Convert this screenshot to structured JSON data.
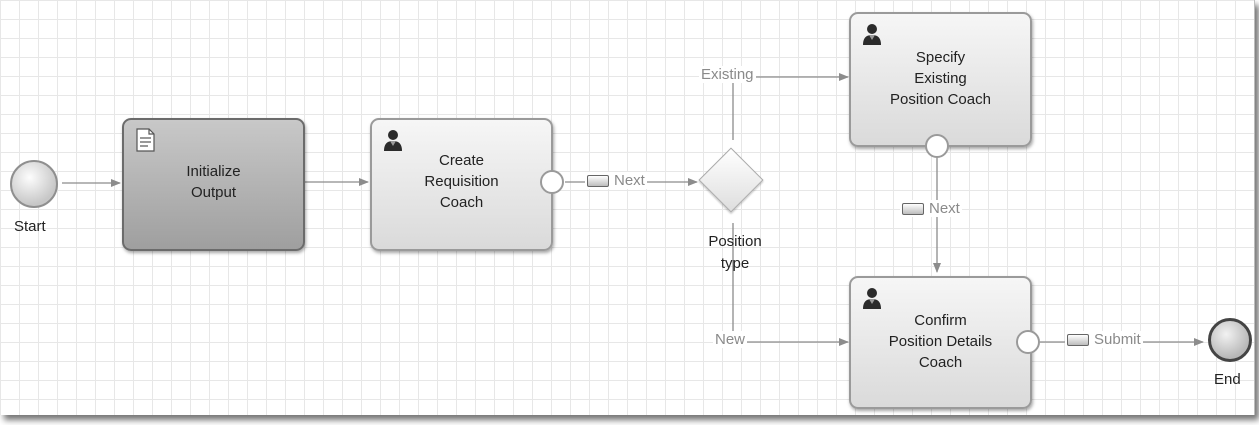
{
  "diagram": {
    "start_label": "Start",
    "end_label": "End",
    "nodes": {
      "initialize_output": {
        "label": "Initialize\nOutput",
        "icon": "script-icon"
      },
      "create_requisition": {
        "label": "Create\nRequisition\nCoach",
        "icon": "user-icon"
      },
      "specify_existing": {
        "label": "Specify\nExisting\nPosition Coach",
        "icon": "user-icon"
      },
      "confirm_details": {
        "label": "Confirm\nPosition Details\nCoach",
        "icon": "user-icon"
      }
    },
    "gateway": {
      "label": "Position\ntype"
    },
    "flows": {
      "existing": "Existing",
      "new": "New",
      "next_1": "Next",
      "next_2": "Next",
      "submit": "Submit"
    }
  },
  "colors": {
    "grid": "#e7e7e7",
    "connector": "#8c8c8c",
    "label_gray": "#8a8a8a"
  }
}
